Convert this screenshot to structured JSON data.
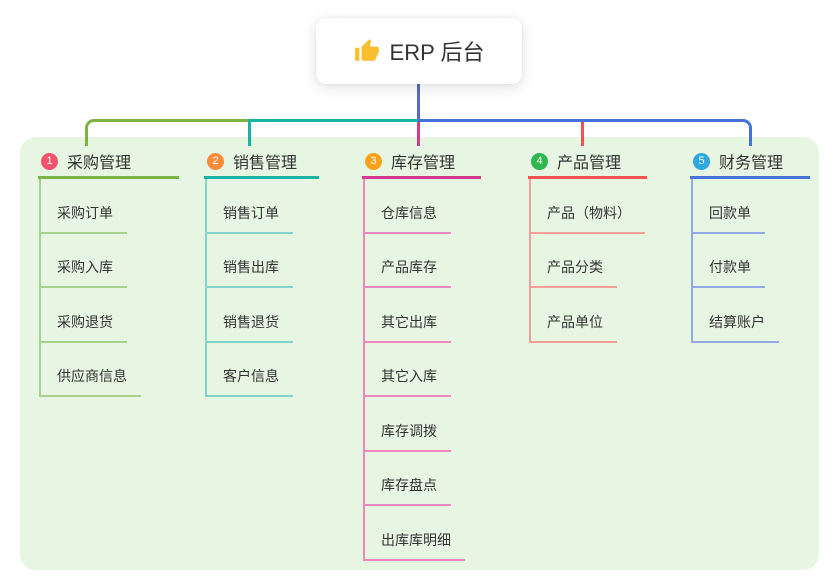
{
  "root": {
    "title": "ERP 后台",
    "icon": "thumbs-up-icon",
    "icon_color": "#FBBE2E"
  },
  "panel": {
    "background": "#E7F5E3"
  },
  "connectors": {
    "root_color": "#5C6BC0"
  },
  "branches": [
    {
      "index": "1",
      "title": "采购管理",
      "badge_color": "#F4516C",
      "line_color": "#7CB342",
      "child_line_color": "#A9D18E",
      "children": [
        "采购订单",
        "采购入库",
        "采购退货",
        "供应商信息"
      ]
    },
    {
      "index": "2",
      "title": "销售管理",
      "badge_color": "#FB8C3C",
      "line_color": "#17B3A3",
      "child_line_color": "#82D3C8",
      "children": [
        "销售订单",
        "销售出库",
        "销售退货",
        "客户信息"
      ]
    },
    {
      "index": "3",
      "title": "库存管理",
      "badge_color": "#FAA21B",
      "line_color": "#D23C8E",
      "child_line_color": "#EF86BC",
      "children": [
        "仓库信息",
        "产品库存",
        "其它出库",
        "其它入库",
        "库存调拨",
        "库存盘点",
        "出库库明细"
      ]
    },
    {
      "index": "4",
      "title": "产品管理",
      "badge_color": "#2EB84E",
      "line_color": "#F05152",
      "child_line_color": "#F49E9B",
      "children": [
        "产品（物料）",
        "产品分类",
        "产品单位"
      ]
    },
    {
      "index": "5",
      "title": "财务管理",
      "badge_color": "#2EA9E0",
      "line_color": "#4472D9",
      "child_line_color": "#93A9E3",
      "children": [
        "回款单",
        "付款单",
        "结算账户"
      ]
    }
  ]
}
